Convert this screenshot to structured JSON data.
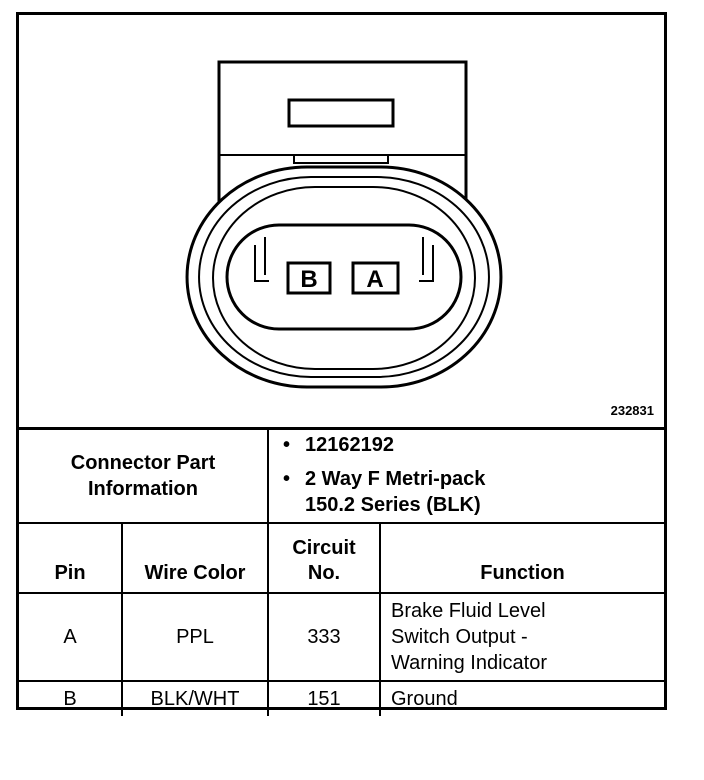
{
  "figure_id": "232831",
  "connector": {
    "pins": [
      "B",
      "A"
    ]
  },
  "part_info": {
    "label": "Connector Part Information",
    "label_line1": "Connector Part",
    "label_line2": "Information",
    "part_number": "12162192",
    "description_line1": "2 Way F Metri-pack",
    "description_line2": "150.2 Series (BLK)"
  },
  "columns": {
    "pin": "Pin",
    "wire_color": "Wire Color",
    "circuit_line1": "Circuit",
    "circuit_line2": "No.",
    "function": "Function"
  },
  "rows": [
    {
      "pin": "A",
      "wire_color": "PPL",
      "circuit": "333",
      "function_line1": "Brake Fluid Level",
      "function_line2": "Switch Output -",
      "function_line3": "Warning Indicator"
    },
    {
      "pin": "B",
      "wire_color": "BLK/WHT",
      "circuit": "151",
      "function_line1": "Ground"
    }
  ]
}
